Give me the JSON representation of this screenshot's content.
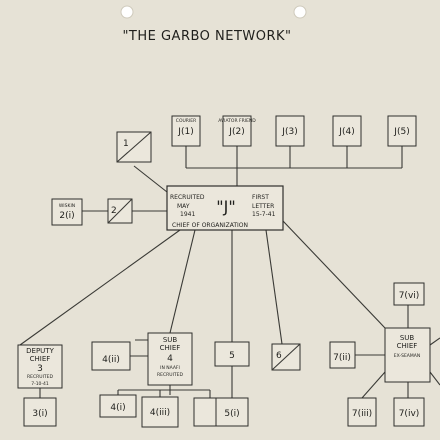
{
  "title": "\"THE GARBO NETWORK\"",
  "top_agents": [
    {
      "role": "COURIER",
      "code": "J(1)"
    },
    {
      "role": "AVIATOR FRIEND",
      "code": "J(2)"
    },
    {
      "role": "",
      "code": "J(3)"
    },
    {
      "role": "",
      "code": "J(4)"
    },
    {
      "role": "",
      "code": "J(5)"
    }
  ],
  "agent_1": {
    "num": "1"
  },
  "agent_2": {
    "num": "2"
  },
  "wiskin": {
    "name": "WISKIN",
    "code": "2(i)"
  },
  "central": {
    "recruited": "RECRUITED",
    "month": "MAY",
    "year": "1941",
    "letter": "\"J\"",
    "first": "FIRST",
    "first_letter": "LETTER",
    "date": "15-7-41",
    "chief": "CHIEF OF ORGANIZATION"
  },
  "deputy": {
    "line1": "DEPUTY",
    "line2": "CHIEF",
    "num": "3",
    "recruited": "RECRUITED",
    "date": "7-10-41"
  },
  "sub4": {
    "line1": "SUB",
    "line2": "CHIEF",
    "num": "4",
    "note1": "IN NAAFI",
    "note2": "RECRUITED"
  },
  "agent_4_ii": {
    "code": "4(ii)"
  },
  "agent_5": {
    "code": "5"
  },
  "agent_6": {
    "num": "6"
  },
  "sub_right": {
    "line1": "SUB",
    "line2": "CHIEF",
    "line3": "EX-SEAMAN"
  },
  "agent_7_ii": {
    "code": "7(ii)"
  },
  "agent_7_vi": {
    "code": "7(vi)"
  },
  "agent_7_iii": {
    "code": "7(iii)"
  },
  "agent_7_iv": {
    "code": "7(iv)"
  },
  "bottom_codes": {
    "b1": "3(i)",
    "b2": "4(i)",
    "b3": "4(iii)",
    "b4": "5(i)"
  },
  "unclear_label": "",
  "colors": {
    "paper": "#e6e2d6",
    "ink": "#2f2f2c"
  }
}
